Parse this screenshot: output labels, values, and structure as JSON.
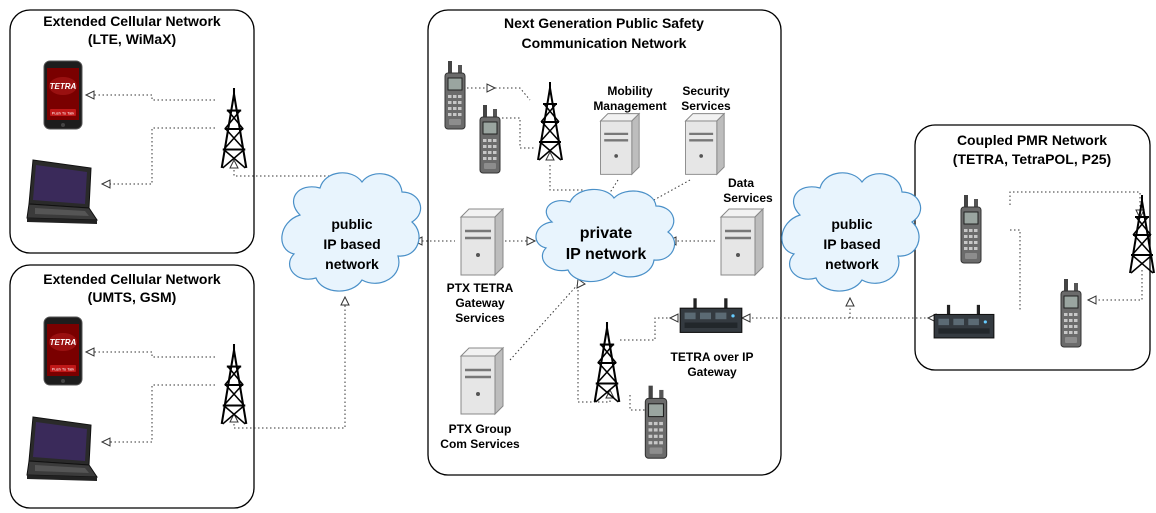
{
  "boxes": {
    "cell1": {
      "line1": "Extended Cellular Network",
      "line2": "(LTE, WiMaX)"
    },
    "cell2": {
      "line1": "Extended Cellular Network",
      "line2": "(UMTS, GSM)"
    },
    "ngps": {
      "line1": "Next Generation Public Safety",
      "line2": "Communication Network"
    },
    "pmr": {
      "line1": "Coupled PMR Network",
      "line2": "(TETRA, TetraPOL, P25)"
    }
  },
  "clouds": {
    "public_left": {
      "line1": "public",
      "line2": "IP based",
      "line3": "network"
    },
    "private": {
      "line1": "private",
      "line2": "IP network"
    },
    "public_right": {
      "line1": "public",
      "line2": "IP based",
      "line3": "network"
    }
  },
  "servers": {
    "mobility": {
      "line1": "Mobility",
      "line2": "Management"
    },
    "security": {
      "line1": "Security",
      "line2": "Services"
    },
    "data": {
      "line1": "Data",
      "line2": "Services"
    },
    "ptx_gateway": {
      "line1": "PTX TETRA",
      "line2": "Gateway",
      "line3": "Services"
    },
    "ptx_group": {
      "line1": "PTX Group",
      "line2": "Com Services"
    }
  },
  "gateway": {
    "line1": "TETRA over IP",
    "line2": "Gateway"
  },
  "phone": {
    "brand": "TETRA",
    "button": "Push To Talk"
  },
  "colors": {
    "cloud_fill": "#e8f4fd",
    "cloud_stroke": "#4a90c8",
    "phone_screen": "#8a0000"
  }
}
